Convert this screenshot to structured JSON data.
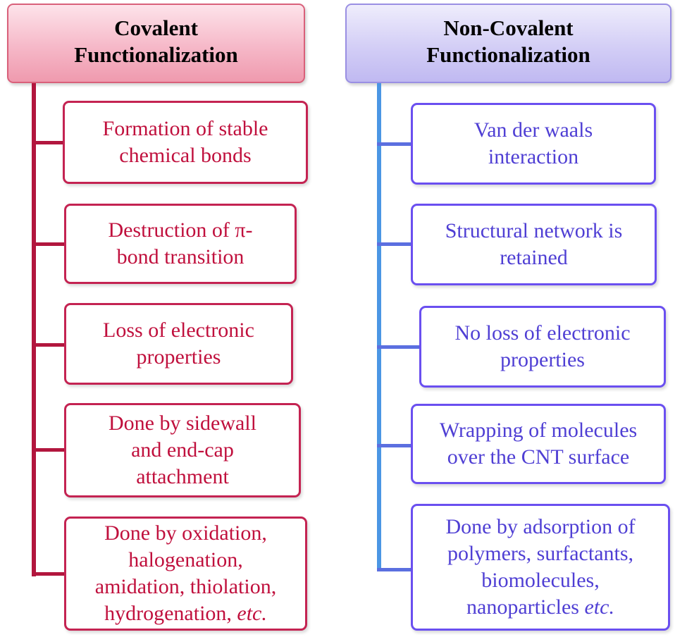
{
  "covalent": {
    "title_line1": "Covalent",
    "title_line2": "Functionalization",
    "items": [
      {
        "line1": "Formation of stable",
        "line2": "chemical  bonds"
      },
      {
        "line1": "Destruction of π-",
        "line2": "bond transition"
      },
      {
        "line1": "Loss of electronic",
        "line2": "properties"
      },
      {
        "line1": "Done by sidewall",
        "line2": "and end-cap",
        "line3": "attachment"
      },
      {
        "line1": "Done by oxidation,",
        "line2": "halogenation,",
        "line3": "amidation,  thiolation,",
        "line4": "hydrogenation, ",
        "line4_em": "etc."
      }
    ]
  },
  "non_covalent": {
    "title_line1": "Non-Covalent",
    "title_line2": "Functionalization",
    "items": [
      {
        "line1": "Van der waals",
        "line2": "interaction"
      },
      {
        "line1": "Structural network is",
        "line2": "retained"
      },
      {
        "line1": "No loss of electronic",
        "line2": "properties"
      },
      {
        "line1": "Wrapping of molecules",
        "line2": "over the CNT surface"
      },
      {
        "line1": "Done by adsorption of",
        "line2": "polymers, surfactants,",
        "line3": "biomolecules,",
        "line4": "nanoparticles ",
        "line4_em": "etc."
      }
    ]
  }
}
